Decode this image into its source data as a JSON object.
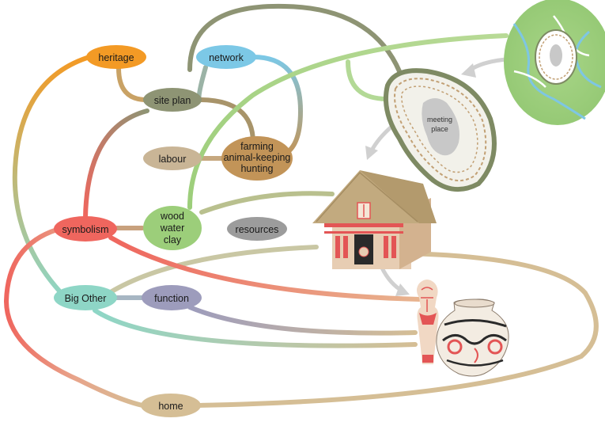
{
  "nodes": {
    "heritage": {
      "label": "heritage",
      "color": "#f39a25"
    },
    "network": {
      "label": "network",
      "color": "#7cc8e6"
    },
    "site_plan": {
      "label": "site plan",
      "color": "#8e9474"
    },
    "labour": {
      "label": "labour",
      "color": "#c9b596"
    },
    "farming": {
      "line1": "farming",
      "line2": "animal-keeping",
      "line3": "hunting",
      "color": "#c29458"
    },
    "symbolism": {
      "label": "symbolism",
      "color": "#ef665e"
    },
    "materials": {
      "line1": "wood",
      "line2": "water",
      "line3": "clay",
      "color": "#9cce7a"
    },
    "resources": {
      "label": "resources",
      "color": "#9c9c9c"
    },
    "big_other": {
      "label": "Big Other",
      "color": "#8ed6c6"
    },
    "function": {
      "label": "function",
      "color": "#9d9cbc"
    },
    "home": {
      "label": "home",
      "color": "#d5be95"
    }
  },
  "settlement": {
    "meeting_place_line1": "meeting",
    "meeting_place_line2": "place"
  },
  "icons": [
    "landscape-map-icon",
    "settlement-plan-icon",
    "house-model-icon",
    "figurine-icon",
    "painted-pot-icon"
  ]
}
